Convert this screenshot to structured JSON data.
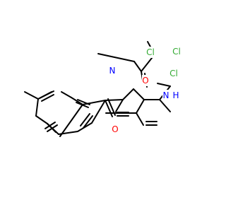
{
  "molecule": {
    "atom_labels": [
      {
        "id": "cl_top_left",
        "text": "Cl",
        "color": "#33aa33"
      },
      {
        "id": "cl_top_right",
        "text": "Cl",
        "color": "#33aa33"
      },
      {
        "id": "cl_right",
        "text": "Cl",
        "color": "#33aa33"
      },
      {
        "id": "carbonyl_oxygen",
        "text": "O",
        "color": "#ff0000"
      },
      {
        "id": "amide_nitrogen",
        "text": "N",
        "color": "#0000ff"
      },
      {
        "id": "amide_hydrogen",
        "text": "H",
        "color": "#0000ff"
      },
      {
        "id": "oxazole_nitrogen",
        "text": "N",
        "color": "#0000ff"
      },
      {
        "id": "oxazole_oxygen",
        "text": "O",
        "color": "#ff0000"
      }
    ]
  }
}
